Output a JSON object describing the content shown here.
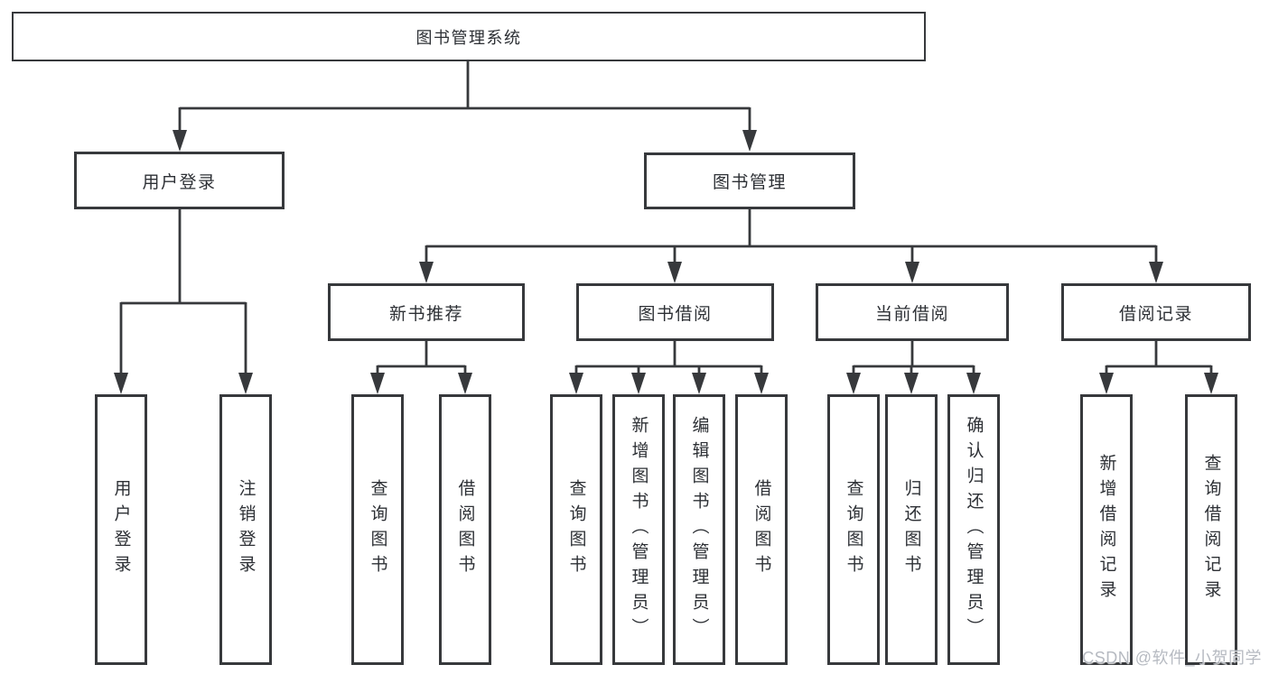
{
  "tree": {
    "root": {
      "label": "图书管理系统",
      "children": [
        {
          "label": "用户登录",
          "children": [
            {
              "label": "用户登录"
            },
            {
              "label": "注销登录"
            }
          ]
        },
        {
          "label": "图书管理",
          "children": [
            {
              "label": "新书推荐",
              "children": [
                {
                  "label": "查询图书"
                },
                {
                  "label": "借阅图书"
                }
              ]
            },
            {
              "label": "图书借阅",
              "children": [
                {
                  "label": "查询图书"
                },
                {
                  "label": "新增图书（管理员）"
                },
                {
                  "label": "编辑图书（管理员）"
                },
                {
                  "label": "借阅图书"
                }
              ]
            },
            {
              "label": "当前借阅",
              "children": [
                {
                  "label": "查询图书"
                },
                {
                  "label": "归还图书"
                },
                {
                  "label": "确认归还（管理员）"
                }
              ]
            },
            {
              "label": "借阅记录",
              "children": [
                {
                  "label": "新增借阅记录"
                },
                {
                  "label": "查询借阅记录"
                }
              ]
            }
          ]
        }
      ]
    }
  },
  "watermark": {
    "text": "CSDN @软件_小贺同学"
  },
  "colors": {
    "line": "#37393c",
    "text": "#2d3035",
    "watermark": "#b6bac1",
    "background": "#ffffff"
  }
}
